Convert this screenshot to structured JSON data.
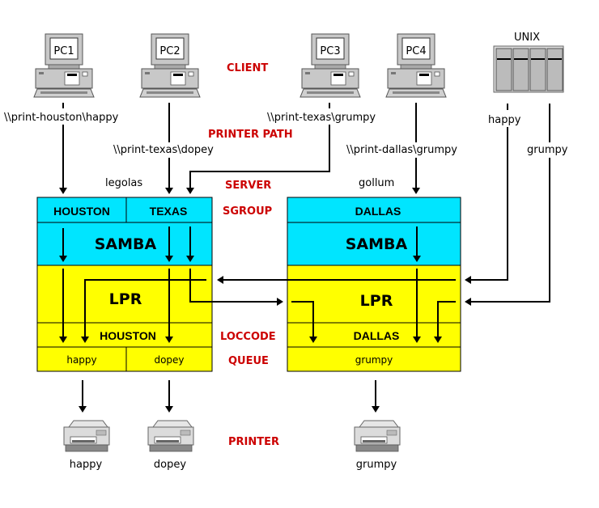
{
  "clients": [
    {
      "label": "PC1",
      "path": "\\\\print-houston\\happy"
    },
    {
      "label": "PC2",
      "path": "\\\\print-texas\\dopey"
    },
    {
      "label": "PC3",
      "path": "\\\\print-texas\\grumpy"
    },
    {
      "label": "PC4",
      "path": "\\\\print-dallas\\grumpy"
    }
  ],
  "unix": {
    "label": "UNIX",
    "paths": [
      "happy",
      "grumpy"
    ]
  },
  "legend": {
    "client": "CLIENT",
    "printer_path": "PRINTER PATH",
    "server": "SERVER",
    "sgroup": "SGROUP",
    "loccode": "LOCCODE",
    "queue": "QUEUE",
    "printer": "PRINTER"
  },
  "servers": [
    {
      "name": "legolas",
      "sgroups": [
        "HOUSTON",
        "TEXAS"
      ],
      "samba": "SAMBA",
      "lpr": "LPR",
      "loccode": "HOUSTON",
      "queues": [
        "happy",
        "dopey"
      ]
    },
    {
      "name": "gollum",
      "sgroups": [
        "DALLAS"
      ],
      "samba": "SAMBA",
      "lpr": "LPR",
      "loccode": "DALLAS",
      "queues": [
        "grumpy"
      ]
    }
  ],
  "printers": [
    "happy",
    "dopey",
    "grumpy"
  ],
  "colors": {
    "samba": "#00e5ff",
    "lpr": "#ffff00",
    "legend": "#cc0000"
  }
}
